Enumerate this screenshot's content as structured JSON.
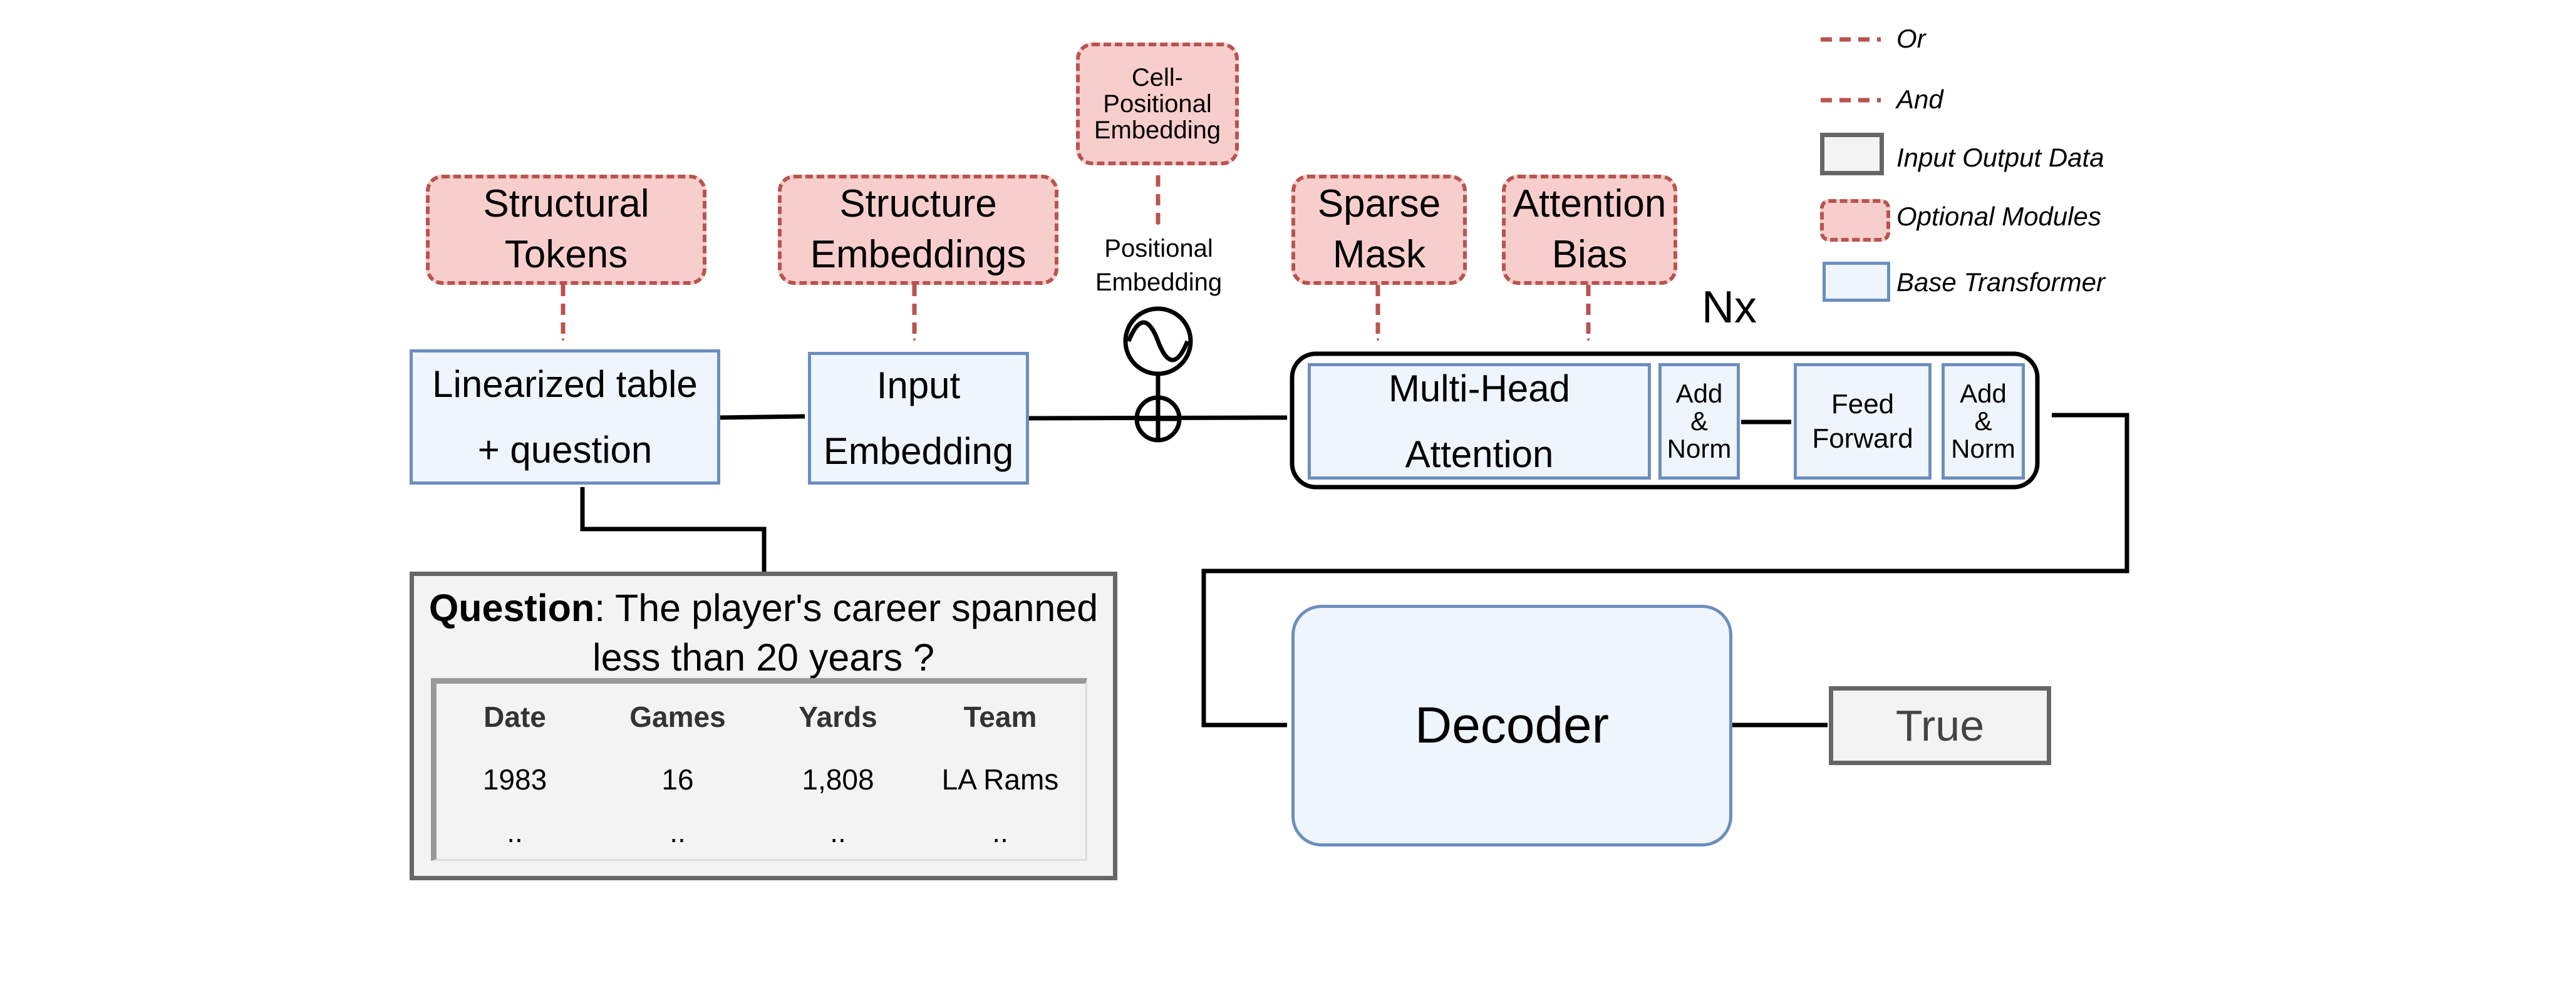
{
  "legend": {
    "or": "Or",
    "and": "And",
    "io": "Input Output Data",
    "optional": "Optional Modules",
    "base": "Base Transformer"
  },
  "modules": {
    "structural_tokens": [
      "Structural",
      "Tokens"
    ],
    "structure_embeddings": [
      "Structure",
      "Embeddings"
    ],
    "cell_positional": [
      "Cell-",
      "Positional",
      "Embedding"
    ],
    "sparse_mask": [
      "Sparse",
      "Mask"
    ],
    "attention_bias": [
      "Attention",
      "Bias"
    ]
  },
  "blocks": {
    "linearized": [
      "Linearized table",
      "+ question"
    ],
    "input_embedding": [
      "Input",
      "Embedding"
    ],
    "positional_embedding": [
      "Positional",
      "Embedding"
    ],
    "nx": "Nx",
    "multi_head": [
      "Multi-Head",
      "Attention"
    ],
    "add_norm": [
      "Add",
      "&",
      "Norm"
    ],
    "feed_forward": [
      "Feed",
      "Forward"
    ],
    "decoder": "Decoder",
    "output": "True"
  },
  "question": {
    "bold": "Question",
    "line1": ": The player's career spanned",
    "line2": "less than 20 years ?",
    "table": {
      "headers": [
        "Date",
        "Games",
        "Yards",
        "Team"
      ],
      "rows": [
        [
          "1983",
          "16",
          "1,808",
          "LA Rams"
        ],
        [
          "..",
          "..",
          "..",
          ".."
        ]
      ]
    }
  },
  "colors": {
    "optional_fill": "#f8cecc",
    "optional_stroke": "#b85450",
    "base_fill": "#eef5fc",
    "base_stroke": "#6c8ebf",
    "io_fill": "#f3f3f3",
    "io_stroke": "#666666"
  }
}
